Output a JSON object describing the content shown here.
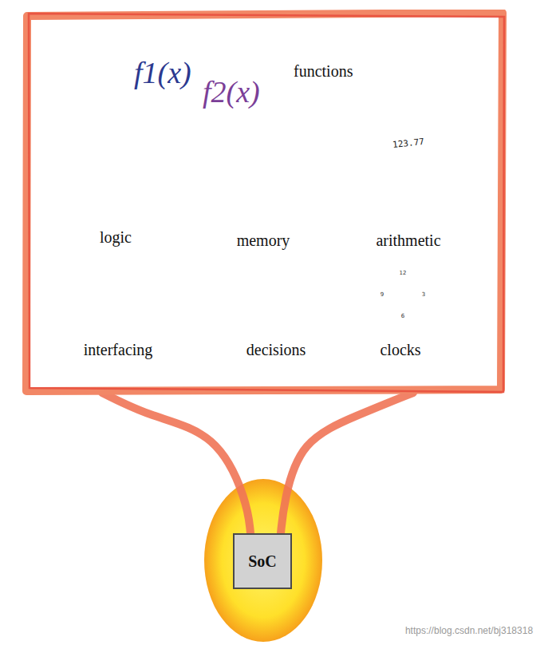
{
  "diagram": {
    "nodes": [
      {
        "text": [
          "f1(x)",
          "f2(x)",
          "functions"
        ]
      },
      {
        "text": [
          "SoC"
        ]
      }
    ],
    "edges": [
      {
        "from": 0,
        "to": 1,
        "arrow": "none"
      }
    ],
    "labels": [
      "logic",
      "memory",
      "arithmetic",
      "interfacing",
      "decisions",
      "clocks",
      "123.77",
      "12",
      "3",
      "6",
      "9",
      "https://blog.csdn.net/bj318318"
    ]
  }
}
